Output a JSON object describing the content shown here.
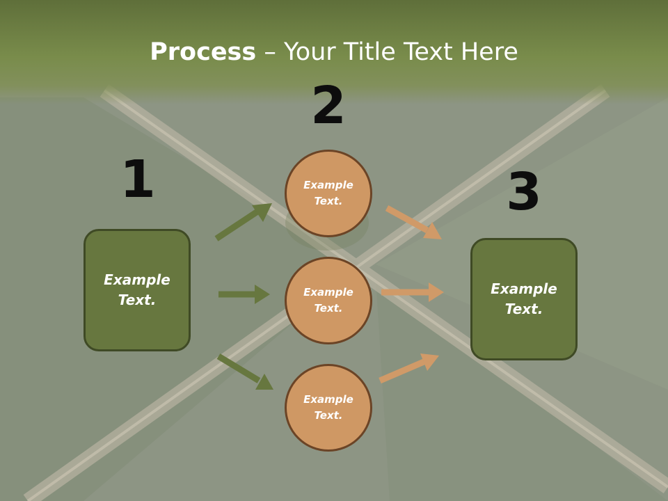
{
  "title": {
    "bold": "Process",
    "rest": " – Your Title Text Here"
  },
  "numbers": {
    "one": "1",
    "two": "2",
    "three": "3"
  },
  "boxes": {
    "left": "Example Text.",
    "right": "Example Text."
  },
  "circles": {
    "top": "Example Text.",
    "middle": "Example Text.",
    "bottom": "Example Text."
  },
  "colors": {
    "green_box": "#67773f",
    "circle_fill": "#cf9864",
    "arrow_green": "#67773f",
    "arrow_tan": "#d09a68"
  }
}
